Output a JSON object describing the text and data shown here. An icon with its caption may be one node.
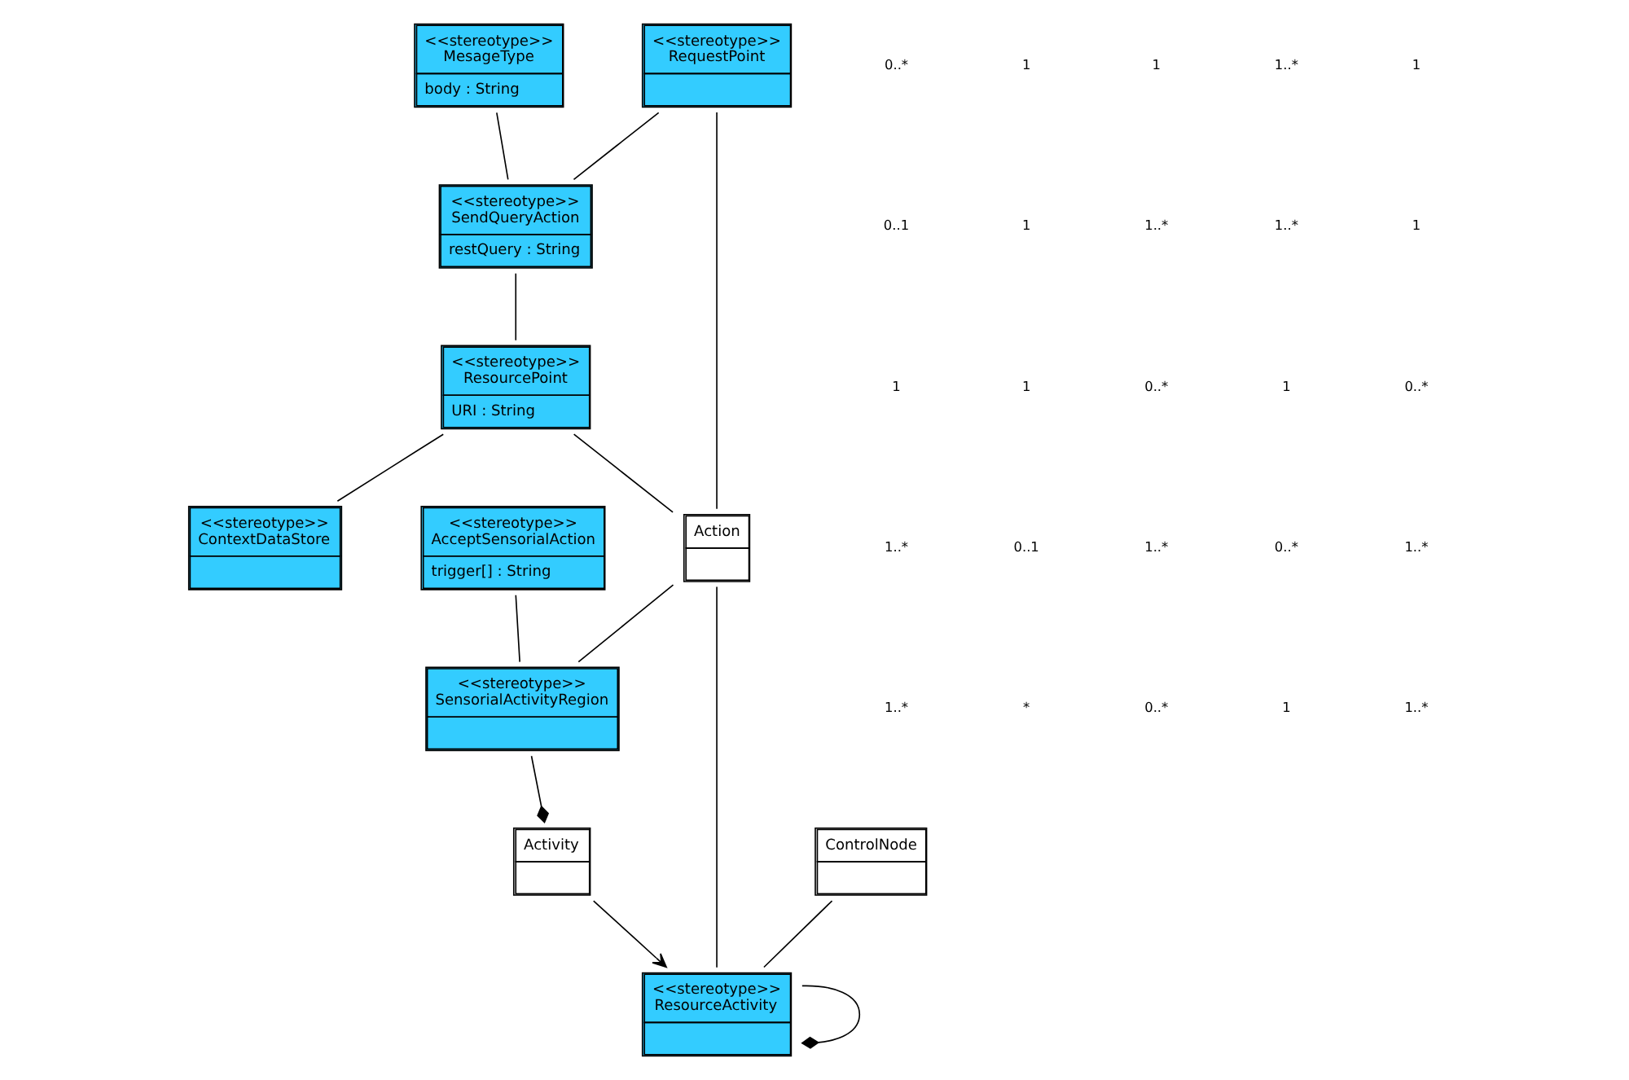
{
  "diagram": {
    "nodes": [
      {
        "text": [
          "<<stereotype>>",
          "RequestPoint"
        ]
      },
      {
        "text": [
          "<<stereotype>>",
          "AcceptSensorialAction",
          "trigger[] : String"
        ]
      },
      {
        "text": [
          "<<stereotype>>",
          "MesageType",
          "body : String"
        ]
      },
      {
        "text": [
          "<<stereotype>>",
          "SendQueryAction",
          "restQuery : String"
        ]
      },
      {
        "text": [
          "Action"
        ]
      },
      {
        "text": [
          "<<stereotype>>",
          "SensorialActivityRegion"
        ]
      },
      {
        "text": [
          "Activity"
        ]
      },
      {
        "text": [
          "<<stereotype>>",
          "ResourcePoint",
          "URI : String"
        ]
      },
      {
        "text": [
          "<<stereotype>>",
          "ResourceActivity"
        ]
      },
      {
        "text": [
          "<<stereotype>>",
          "ContextDataStore"
        ]
      },
      {
        "text": [
          "ControlNode"
        ]
      }
    ],
    "edges": [
      {
        "from": 0,
        "to": 4,
        "arrow": "none"
      },
      {
        "from": 0,
        "to": 3,
        "arrow": "none"
      },
      {
        "from": 2,
        "to": 3,
        "arrow": "none"
      },
      {
        "from": 3,
        "to": 7,
        "arrow": "none"
      },
      {
        "from": 7,
        "to": 4,
        "arrow": "none"
      },
      {
        "from": 7,
        "to": 9,
        "arrow": "none"
      },
      {
        "from": 1,
        "to": 5,
        "arrow": "none"
      },
      {
        "from": 4,
        "to": 5,
        "arrow": "none"
      },
      {
        "from": 5,
        "to": 6,
        "arrow": "other"
      },
      {
        "from": 6,
        "to": 8,
        "arrow": "to"
      },
      {
        "from": 4,
        "to": 8,
        "arrow": "none"
      },
      {
        "from": 10,
        "to": 8,
        "arrow": "none"
      },
      {
        "from": 8,
        "to": 8,
        "arrow": "other"
      }
    ],
    "labels": [
      "0..*",
      "1",
      "1",
      "1..*",
      "1",
      "0..1",
      "1",
      "1..*",
      "1..*",
      "1",
      "1",
      "1",
      "0..*",
      "1",
      "0..*",
      "1..*",
      "0..1",
      "1..*",
      "0..*",
      "1..*",
      "1..*",
      "*",
      "0..*",
      "1",
      "1..*"
    ]
  }
}
